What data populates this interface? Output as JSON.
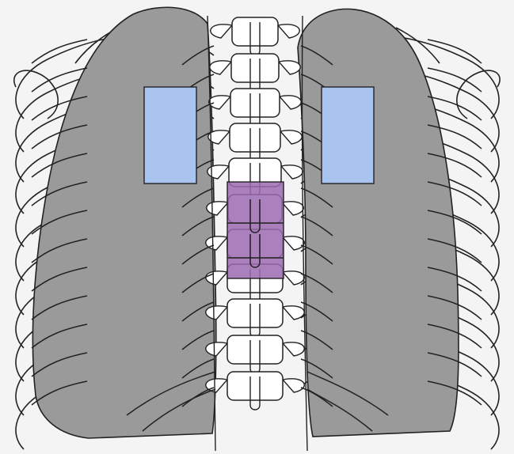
{
  "diagram": {
    "colors": {
      "background": "#f4f4f4",
      "lung_fill": "#9a9a9a",
      "outline": "#222222",
      "vertebra_fill": "#ffffff",
      "region_blue": "#a9c4ee",
      "region_purple": "#9b6bb0"
    },
    "structures": [
      {
        "name": "left-lung",
        "kind": "organ"
      },
      {
        "name": "right-lung",
        "kind": "organ"
      },
      {
        "name": "thoracic-spine",
        "kind": "bone",
        "vertebra_count": 11
      }
    ],
    "highlighted_regions": [
      {
        "name": "left-paravertebral-region",
        "color": "region_blue"
      },
      {
        "name": "right-paravertebral-region",
        "color": "region_blue"
      },
      {
        "name": "vertebral-body-region",
        "color": "region_purple"
      }
    ]
  }
}
